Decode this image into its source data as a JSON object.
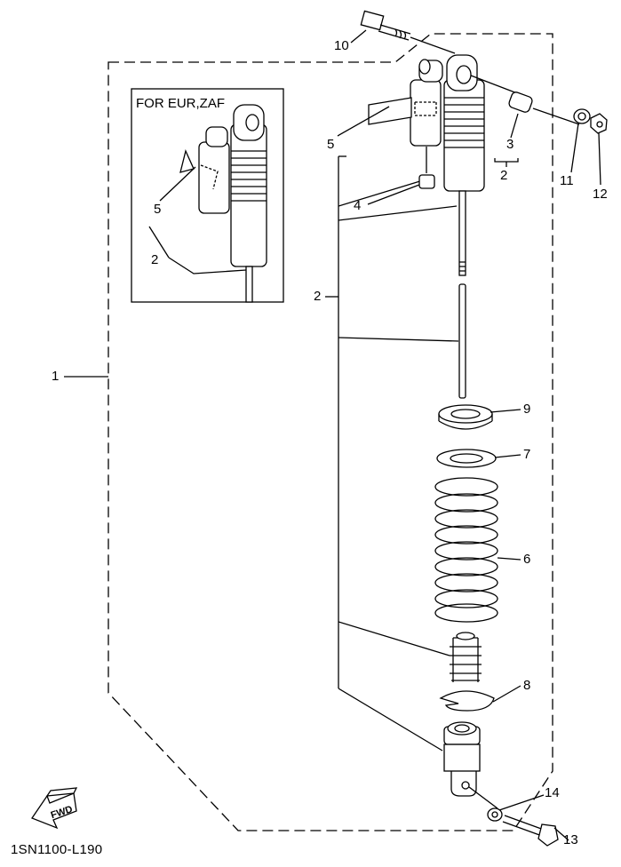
{
  "diagram": {
    "inset_title": "FOR EUR,ZAF",
    "drawing_code": "1SN1100-L190",
    "fwd_logo_text": "FWD",
    "callouts": {
      "c1": "1",
      "c2_main": "2",
      "c2_bushing": "2",
      "c2_inset": "2",
      "c3": "3",
      "c4": "4",
      "c5_main": "5",
      "c5_inset": "5",
      "c6": "6",
      "c7": "7",
      "c8": "8",
      "c9": "9",
      "c10": "10",
      "c11": "11",
      "c12": "12",
      "c13": "13",
      "c14": "14"
    }
  }
}
